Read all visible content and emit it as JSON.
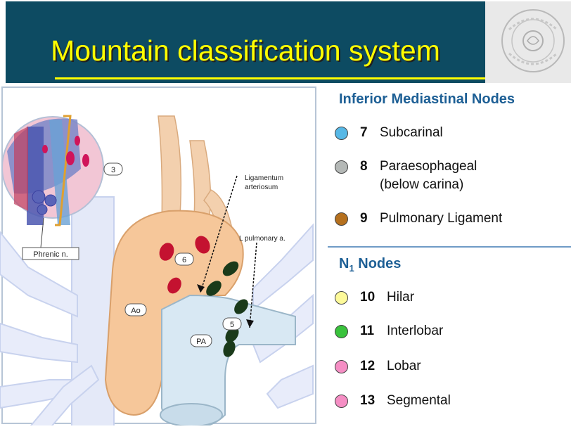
{
  "title": "Mountain classification system",
  "diagram": {
    "labels": {
      "station_3": "3",
      "station_6": "6",
      "station_5": "5",
      "aorta": "Ao",
      "pulmonary_artery": "PA",
      "phrenic": "Phrenic n.",
      "ligamentum_line1": "Ligamentum",
      "ligamentum_line2": "arteriosum",
      "l_pulmonary": "L pulmonary a."
    },
    "colors": {
      "node_red": "#c41230",
      "node_green": "#1a3a1a",
      "aorta": "#f6c79a",
      "vessels": "#c9d3f0",
      "pa": "#d8e8f3"
    }
  },
  "legend": {
    "inferior_heading": "Inferior Mediastinal Nodes",
    "n1_heading_main": "N",
    "n1_heading_sub": "1",
    "n1_heading_rest": " Nodes",
    "items": [
      {
        "num": "7",
        "name": "Subcarinal",
        "name2": "",
        "color": "#57b8e6"
      },
      {
        "num": "8",
        "name": "Paraesophageal",
        "name2": "(below carina)",
        "color": "#b4b8b6"
      },
      {
        "num": "9",
        "name": "Pulmonary Ligament",
        "name2": "",
        "color": "#b5701e"
      },
      {
        "num": "10",
        "name": "Hilar",
        "name2": "",
        "color": "#fdfa9a"
      },
      {
        "num": "11",
        "name": "Interlobar",
        "name2": "",
        "color": "#39c23c"
      },
      {
        "num": "12",
        "name": "Lobar",
        "name2": "",
        "color": "#f58ec4"
      },
      {
        "num": "13",
        "name": "Segmental",
        "name2": "",
        "color": "#f58ec4"
      }
    ]
  }
}
